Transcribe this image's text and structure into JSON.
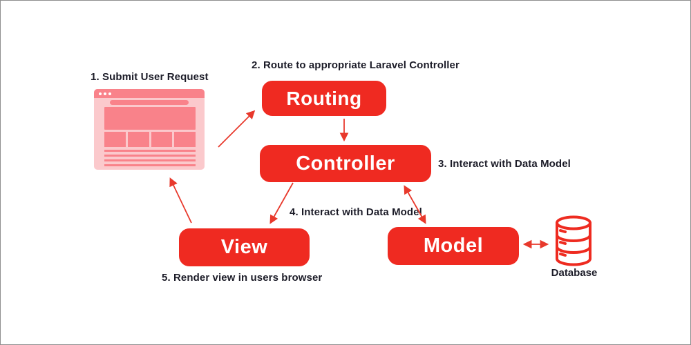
{
  "title": "Laravel MVC request lifecycle diagram",
  "steps": {
    "step1": "1. Submit User Request",
    "step2": "2. Route to appropriate Laravel Controller",
    "step3": "3. Interact with Data Model",
    "step4": "4. Interact with Data Model",
    "step5": "5. Render view in users browser"
  },
  "nodes": {
    "routing": "Routing",
    "controller": "Controller",
    "view": "View",
    "model": "Model",
    "database": "Database"
  },
  "icons": {
    "browser": "browser-window-icon",
    "database": "database-cylinder-icon"
  },
  "edges": [
    {
      "from": "browser",
      "to": "routing",
      "bidirectional": false
    },
    {
      "from": "routing",
      "to": "controller",
      "bidirectional": false
    },
    {
      "from": "controller",
      "to": "view",
      "bidirectional": false
    },
    {
      "from": "controller",
      "to": "model",
      "bidirectional": true
    },
    {
      "from": "model",
      "to": "database",
      "bidirectional": true
    },
    {
      "from": "view",
      "to": "browser",
      "bidirectional": false
    }
  ],
  "colors": {
    "node_red": "#ef2a21",
    "arrow_red": "#e8392c",
    "browser_body_pink": "#fbc9cc",
    "browser_element_salmon": "#f9828a",
    "label_text": "#1c1c28",
    "node_text": "#ffffff",
    "canvas_bg": "#ffffff",
    "canvas_border": "#8e8e8e"
  }
}
